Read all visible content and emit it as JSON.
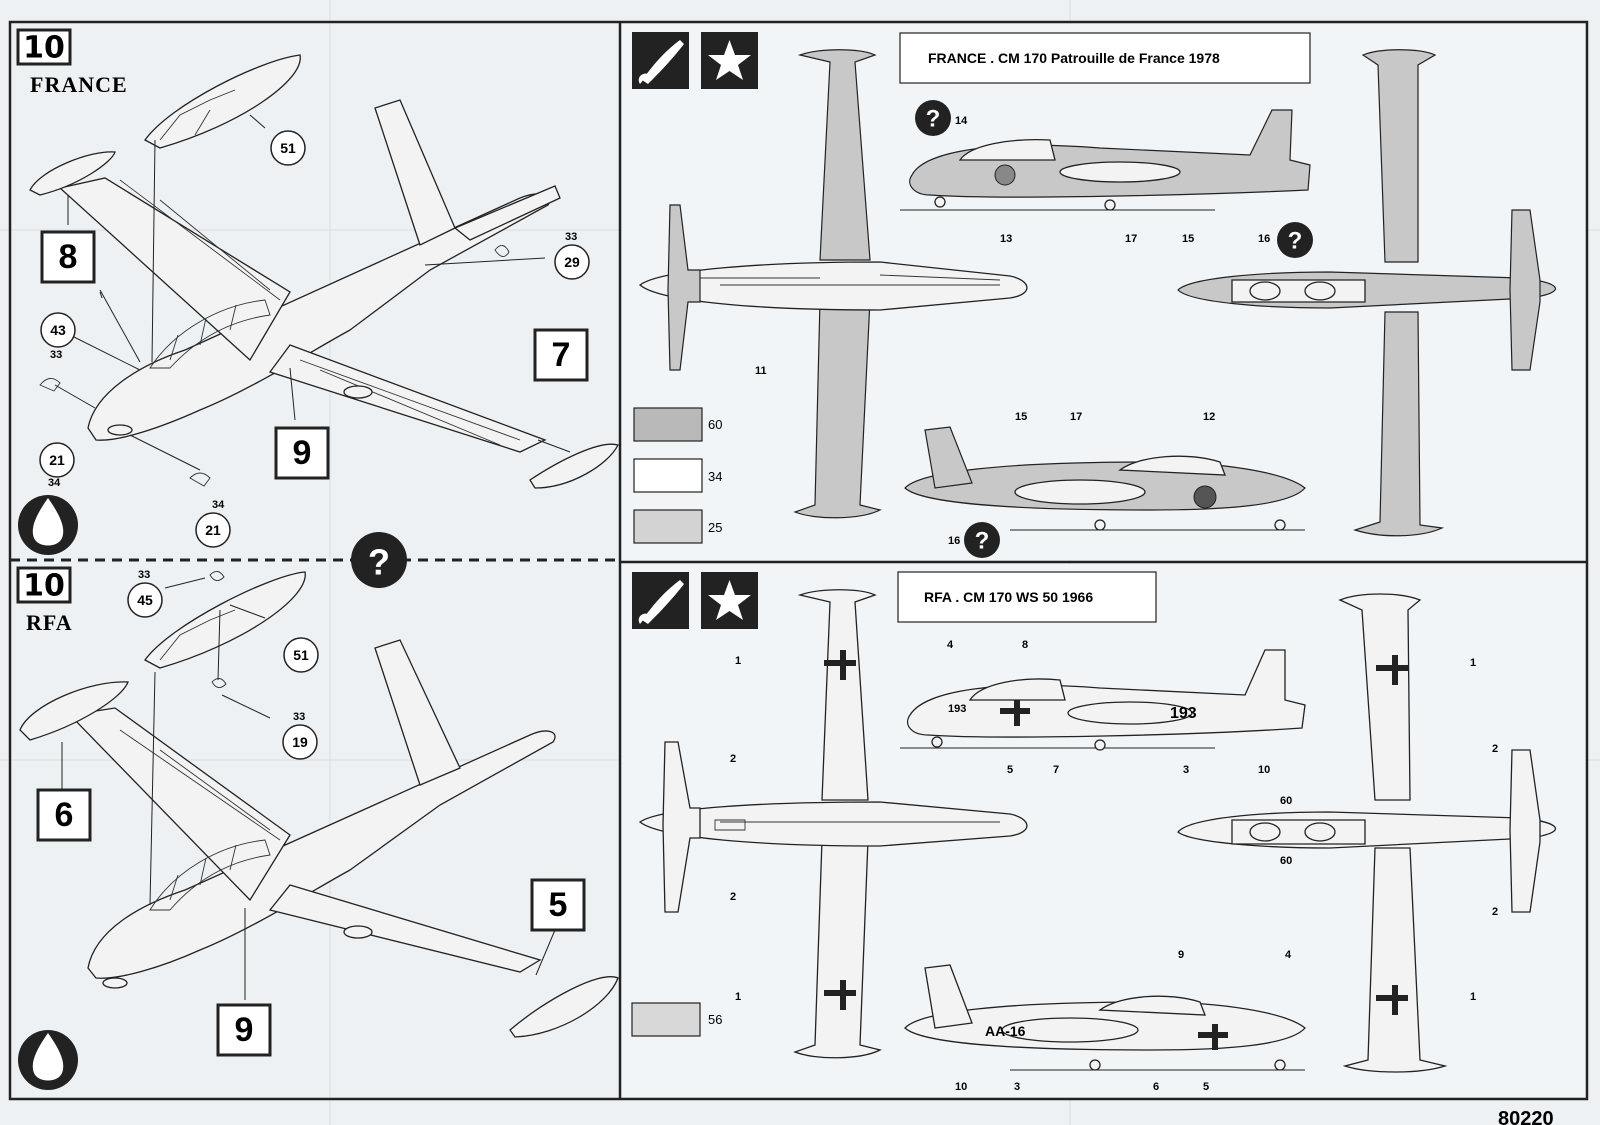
{
  "top_left": {
    "step": "10",
    "country": "FRANCE",
    "parts": {
      "canopy": "51",
      "rudder": "29",
      "rudder_ref": "33",
      "gear": "43",
      "gear_ref": "33",
      "nose_left": "21",
      "nose_left_ref": "34",
      "nose_bottom": "21",
      "nose_bottom_ref": "34"
    },
    "boxes": {
      "left_tank": "8",
      "wing": "9",
      "right_tank": "7"
    }
  },
  "bottom_left": {
    "step": "10",
    "country": "RFA",
    "parts": {
      "canopy": "51",
      "top_part": "45",
      "top_part_ref": "33",
      "mid_part": "19",
      "mid_part_ref": "33"
    },
    "boxes": {
      "left_tank": "6",
      "wing": "9",
      "right_tank": "5"
    }
  },
  "top_right": {
    "heading": "FRANCE .   CM 170     Patrouille de France  1978",
    "labels": {
      "l14": "14",
      "l13": "13",
      "l17a": "17",
      "l15a": "15",
      "l16a": "16",
      "l11": "11",
      "l15b": "15",
      "l17b": "17",
      "l12": "12",
      "l16b": "16"
    },
    "swatches": [
      {
        "code": "60",
        "color": "#b9b9b9"
      },
      {
        "code": "34",
        "color": "#ffffff"
      },
      {
        "code": "25",
        "color": "#d3d3d3"
      }
    ]
  },
  "bottom_right": {
    "heading": "RFA .  CM 170   WS 50    1966",
    "side_marking": "193",
    "lower_marking": "AA-16",
    "labels": {
      "l1a": "1",
      "l2a": "2",
      "l2b": "2",
      "l1b": "1",
      "l4a": "4",
      "l8": "8",
      "l5a": "5",
      "l7": "7",
      "l3a": "3",
      "l10a": "10",
      "l1c": "1",
      "l2c": "2",
      "l60a": "60",
      "l60b": "60",
      "l2d": "2",
      "l1d": "1",
      "l9": "9",
      "l4b": "4",
      "l10b": "10",
      "l3b": "3",
      "l6": "6",
      "l5b": "5"
    },
    "swatches": [
      {
        "code": "56",
        "color": "#d8d8d8"
      }
    ]
  },
  "footer_code": "80220",
  "colors": {
    "paper": "#eef1f3",
    "ink": "#222222"
  },
  "icons": [
    "paint-brush-icon",
    "star-icon",
    "question-icon",
    "glue-drop-icon"
  ]
}
